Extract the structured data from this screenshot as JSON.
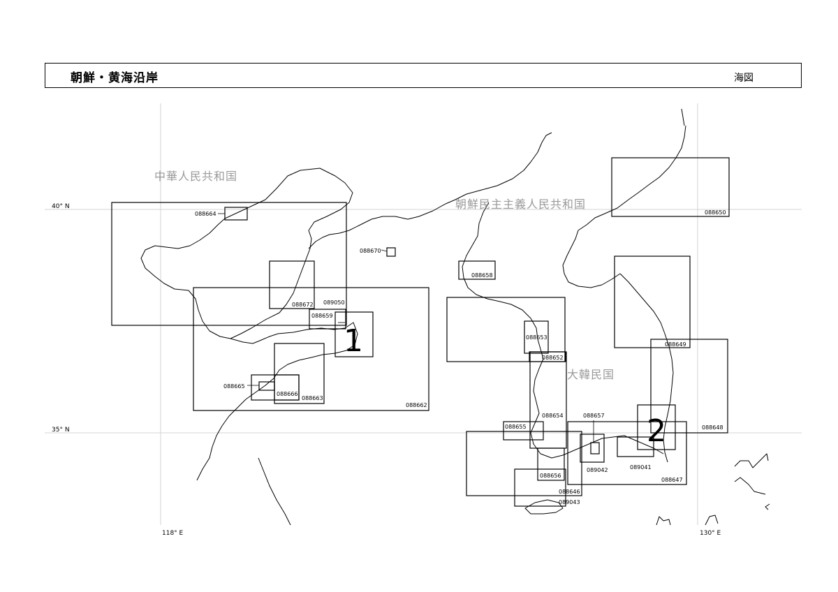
{
  "header": {
    "title": "朝鮮・黄海沿岸",
    "kind": "海図"
  },
  "grid": {
    "lat_40": "40° N",
    "lat_35": "35° N",
    "lon_118": "118° E",
    "lon_130": "130° E"
  },
  "countries": {
    "china": "中華人民共和国",
    "north_korea": "朝鮮民主主義人民共和国",
    "south_korea": "大韓民国"
  },
  "areas": {
    "area_1": "1",
    "area_2": "2"
  },
  "charts": {
    "c088650": "088650",
    "c088664": "088664",
    "c088670": "088670",
    "c088658": "088658",
    "c088672": "088672",
    "c089050": "089050",
    "c088659": "088659",
    "c088653": "088653",
    "c088652": "088652",
    "c088649": "088649",
    "c088665": "088665",
    "c088666": "088666",
    "c088663": "088663",
    "c088662": "088662",
    "c088654": "088654",
    "c088657": "088657",
    "c088655": "088655",
    "c088648": "088648",
    "c089042": "089042",
    "c089041": "089041",
    "c088656": "088656",
    "c088647": "088647",
    "c088646": "088646",
    "c089043": "089043"
  }
}
